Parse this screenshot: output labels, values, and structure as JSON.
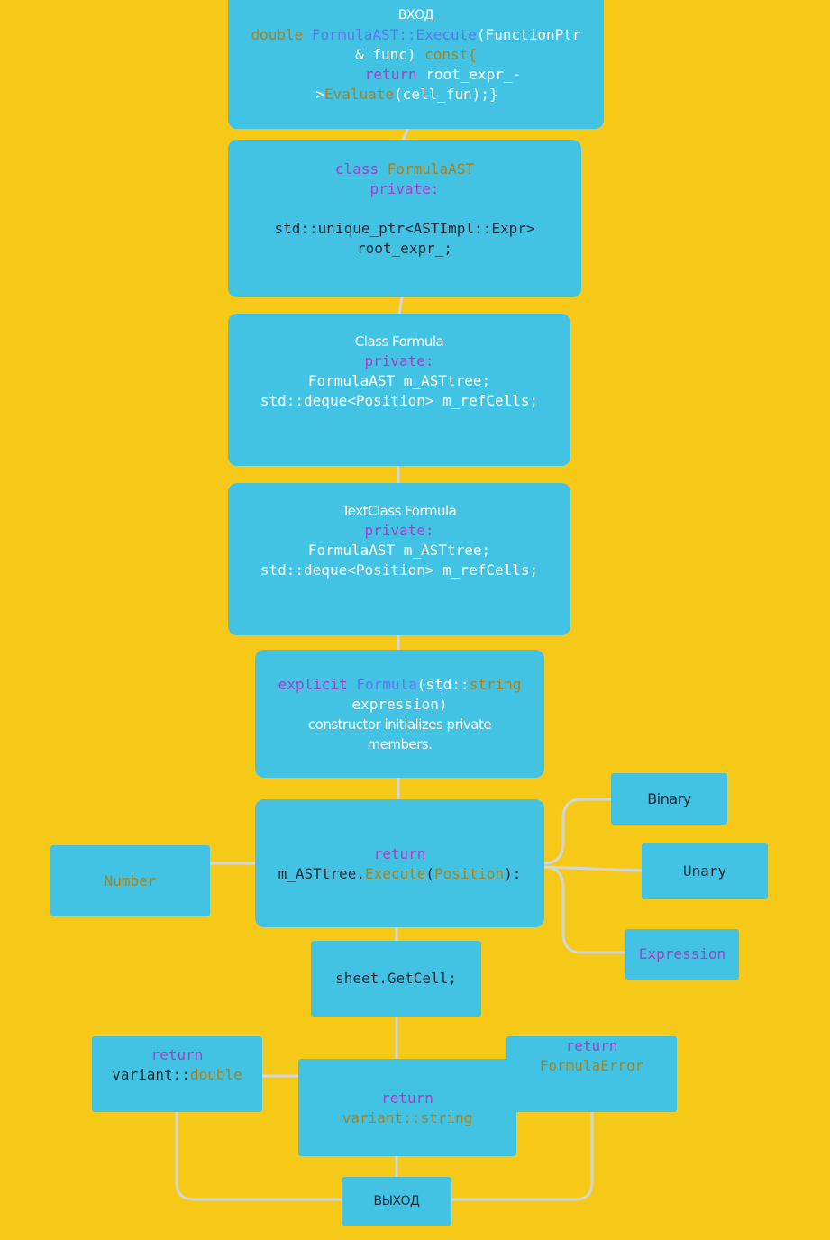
{
  "diagram": {
    "entry": {
      "title": "ВХОД",
      "line1": {
        "type": "double",
        "name": "FormulaAST::Execute",
        "args": "(FunctionPtr"
      },
      "line2": {
        "ref": "& func)",
        "const": "const{"
      },
      "line3": {
        "ret": "return",
        "expr": "root_expr_-"
      },
      "line4": {
        "arrow": ">",
        "call": "Evaluate",
        "rest": "(cell_fun);}"
      }
    },
    "formula_ast": {
      "kw": "class",
      "name": "FormulaAST",
      "access": "private:",
      "member1": "std::unique_ptr<ASTImpl::Expr>",
      "member2": "root_expr_;"
    },
    "class_formula": {
      "title": "Class Formula",
      "access": "private:",
      "member1": "FormulaAST m_ASTtree;",
      "member2": "std::deque<Position> m_refCells;"
    },
    "textclass_formula": {
      "title": "TextClass Formula",
      "access": "private:",
      "member1": "FormulaAST m_ASTtree;",
      "member2": "std::deque<Position> m_refCells;"
    },
    "ctor": {
      "kw": "explicit",
      "name": "Formula",
      "args_open": "(std::",
      "arg_type": "string",
      "line2": "expression)",
      "desc1": "constructor initializes private",
      "desc2": "members."
    },
    "execute": {
      "ret": "return",
      "obj": "m_ASTtree.",
      "call": "Execute",
      "paren": "(",
      "arg": "Position",
      "close": "):"
    },
    "number": {
      "label": "Number"
    },
    "binary": {
      "label": "Binary"
    },
    "unary": {
      "label": "Unary"
    },
    "expression": {
      "label": "Expression"
    },
    "getcell": {
      "label": "sheet.GetCell;"
    },
    "ret_double": {
      "ret": "return",
      "ns": "variant::",
      "type": "double"
    },
    "ret_error": {
      "ret": "return",
      "type": "FormulaError"
    },
    "ret_string": {
      "ret": "return",
      "ns": "variant::",
      "type": "string"
    },
    "exit": {
      "label": "ВЫХОД"
    }
  }
}
